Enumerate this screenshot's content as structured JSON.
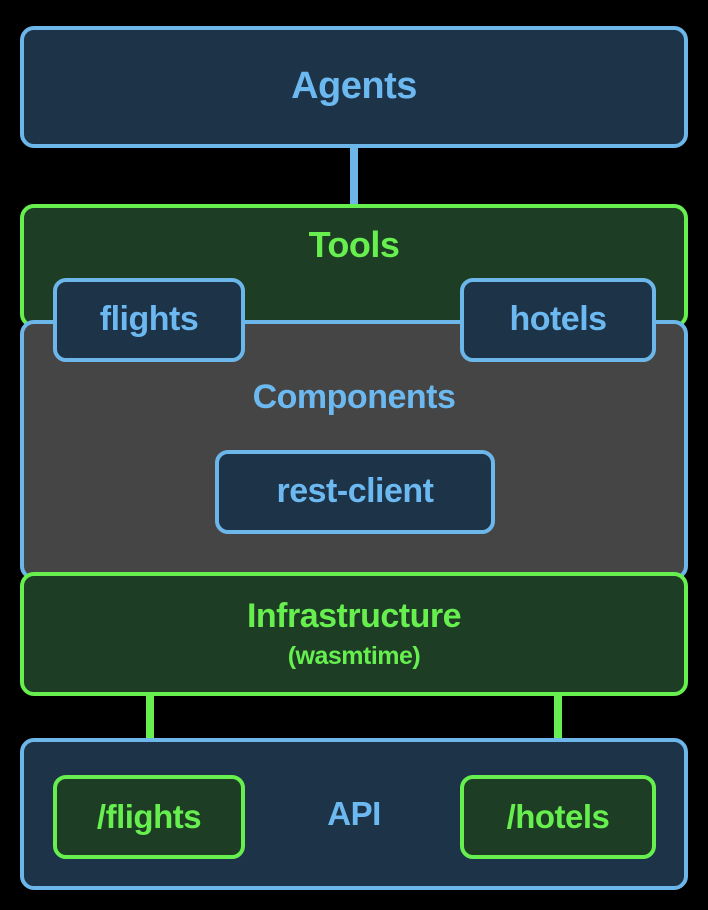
{
  "diagram": {
    "title": "Agents / Tools / Components / Infrastructure / API layered architecture",
    "colors": {
      "background": "#000000",
      "blue_border": "#6cb6ea",
      "blue_fill": "#1c3348",
      "blue_text": "#6cb8f0",
      "green_border": "#66ef4e",
      "green_fill": "#1d3d25",
      "green_text": "#66ef4e",
      "gray_fill": "#464545"
    },
    "layers": {
      "agents": {
        "label": "Agents"
      },
      "tools": {
        "label": "Tools"
      },
      "components": {
        "label": "Components"
      },
      "infrastructure": {
        "label": "Infrastructure",
        "sublabel": "(wasmtime)"
      },
      "api": {
        "label": "API"
      }
    },
    "nodes": {
      "tool_flights": {
        "label": "flights"
      },
      "tool_hotels": {
        "label": "hotels"
      },
      "component_rest_client": {
        "label": "rest-client"
      },
      "api_flights": {
        "label": "/flights"
      },
      "api_hotels": {
        "label": "/hotels"
      }
    },
    "connections": [
      {
        "from": "agents",
        "to": "tools",
        "color": "#6cb6ea"
      },
      {
        "from": "tool_flights",
        "to": "component_rest_client",
        "color": "#6cb6ea"
      },
      {
        "from": "tool_hotels",
        "to": "component_rest_client",
        "color": "#6cb6ea"
      },
      {
        "from": "component_rest_client",
        "to": "infrastructure",
        "color": "#66ef4e"
      },
      {
        "from": "infrastructure",
        "to": "api_flights",
        "color": "#66ef4e"
      },
      {
        "from": "infrastructure",
        "to": "api_hotels",
        "color": "#66ef4e"
      }
    ]
  }
}
